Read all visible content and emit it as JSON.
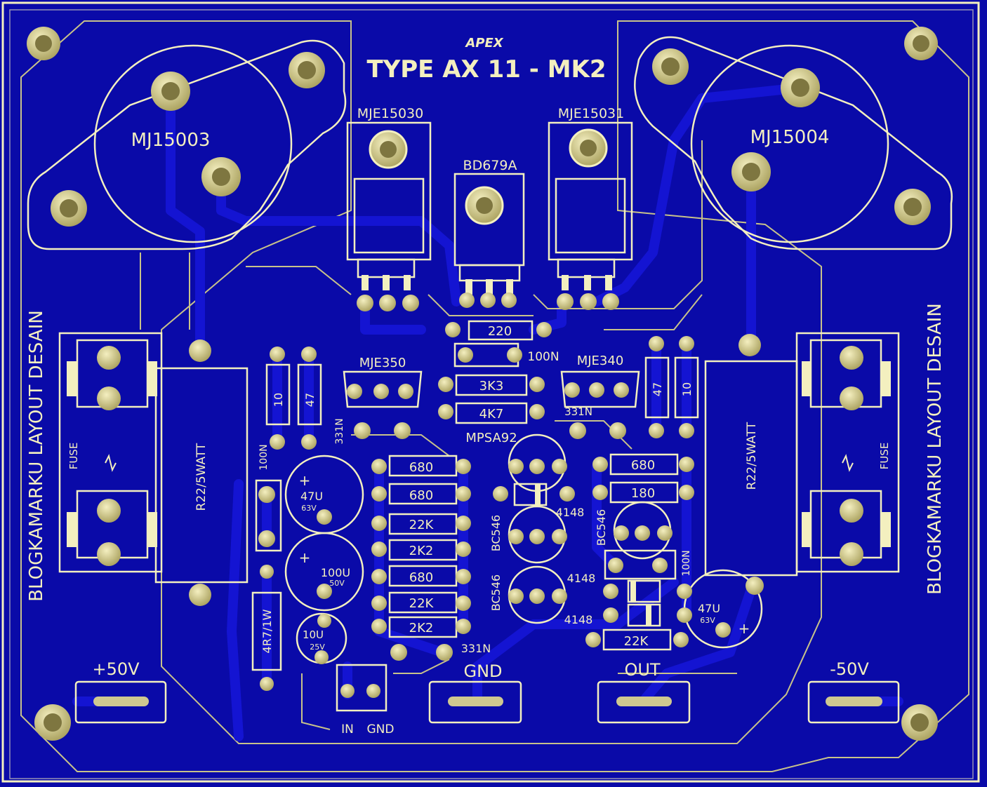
{
  "board": {
    "logo": "APEX",
    "title": "TYPE AX 11 - MK2",
    "side_text": "BLOGKAMARKU LAYOUT DESAIN",
    "colors": {
      "substrate": "#0a0aa8",
      "trace": "#0c0cc4",
      "silk": "#f3efbf",
      "pad": "#cfc890",
      "outline": "#f3efbf"
    }
  },
  "components": {
    "q_mj15003": "MJ15003",
    "q_mj15004": "MJ15004",
    "q_mje15030": "MJE15030",
    "q_mje15031": "MJE15031",
    "q_bd679a": "BD679A",
    "q_mje350": "MJE350",
    "q_mje340": "MJE340",
    "q_mpsa92": "MPSA92",
    "q_bc546_a": "BC546",
    "q_bc546_b": "BC546",
    "q_bc546_c": "BC546",
    "r_220": "220",
    "r_3k3": "3K3",
    "r_4k7": "4K7",
    "r_10_left": "10",
    "r_47_left": "47",
    "r_47_right": "47",
    "r_10_right": "10",
    "r_680_a": "680",
    "r_680_b": "680",
    "r_22k_a": "22K",
    "r_2k2_a": "2K2",
    "r_680_c": "680",
    "r_22k_b": "22K",
    "r_2k2_b": "2K2",
    "r_680_right": "680",
    "r_180": "180",
    "r_22k_right": "22K",
    "r_4r7": "4R7/1W",
    "r_r22_left": "R22/5WATT",
    "r_r22_right": "R22/5WATT",
    "c_100n_top": "100N",
    "c_331n_left": "331N",
    "c_331n_right": "331N",
    "c_331n_bottom": "331N",
    "c_100n_left": "100N",
    "c_100n_right": "100N",
    "c_47u_left": "47U",
    "c_47u_left_v": "63V",
    "c_100u": "100U",
    "c_100u_v": "50V",
    "c_10u": "10U",
    "c_10u_v": "25V",
    "c_47u_right": "47U",
    "c_47u_right_v": "63V",
    "d_4148_a": "4148",
    "d_4148_b": "4148",
    "d_4148_c": "4148",
    "fuse_left": "FUSE",
    "fuse_right": "FUSE"
  },
  "connectors": {
    "pos_supply": "+50V",
    "neg_supply": "-50V",
    "gnd": "GND",
    "out": "OUT",
    "in": "IN",
    "in_gnd": "GND"
  },
  "symbols": {
    "plus": "+"
  }
}
